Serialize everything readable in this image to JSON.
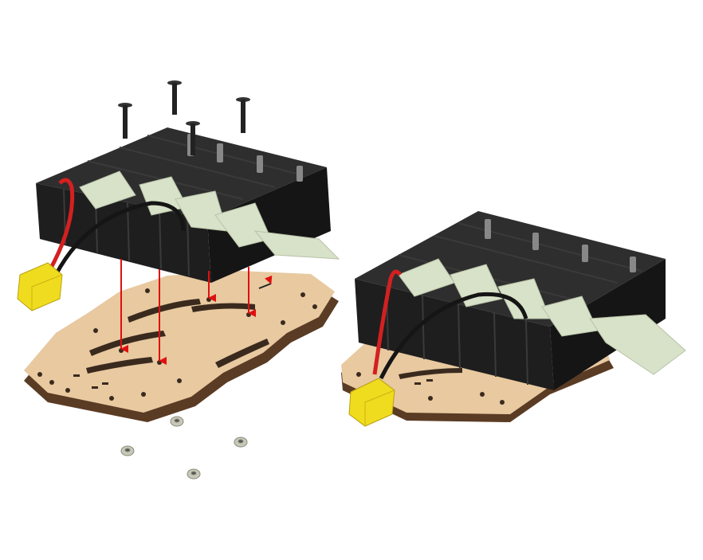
{
  "figure": {
    "type": "exploded assembly illustration",
    "steps": [
      {
        "name": "exploded-view",
        "parts": [
          "battery-holder",
          "wooden-base-plate",
          "screws",
          "nuts",
          "xt60-connector",
          "ribbon-strips"
        ]
      },
      {
        "name": "assembled-view",
        "parts": [
          "battery-holder",
          "wooden-base-plate",
          "xt60-connector",
          "ribbon-strips"
        ]
      }
    ],
    "screw_count": 4,
    "nut_count": 4,
    "arrow_count": 4,
    "icons": [
      "screw-icon",
      "nut-icon",
      "arrow-down-icon",
      "connector-icon"
    ],
    "colors": {
      "background": "#ffffff",
      "wood_top": "#e8c9a0",
      "wood_edge": "#5a3b24",
      "holder": "#1e1e1e",
      "holder_top": "#2e2e2e",
      "ribbon": "#d8e2c8",
      "arrow": "#e01010",
      "connector": "#f0dc1e",
      "wire_red": "#d42020",
      "wire_black": "#151515",
      "nut": "#c8c8b8"
    }
  }
}
